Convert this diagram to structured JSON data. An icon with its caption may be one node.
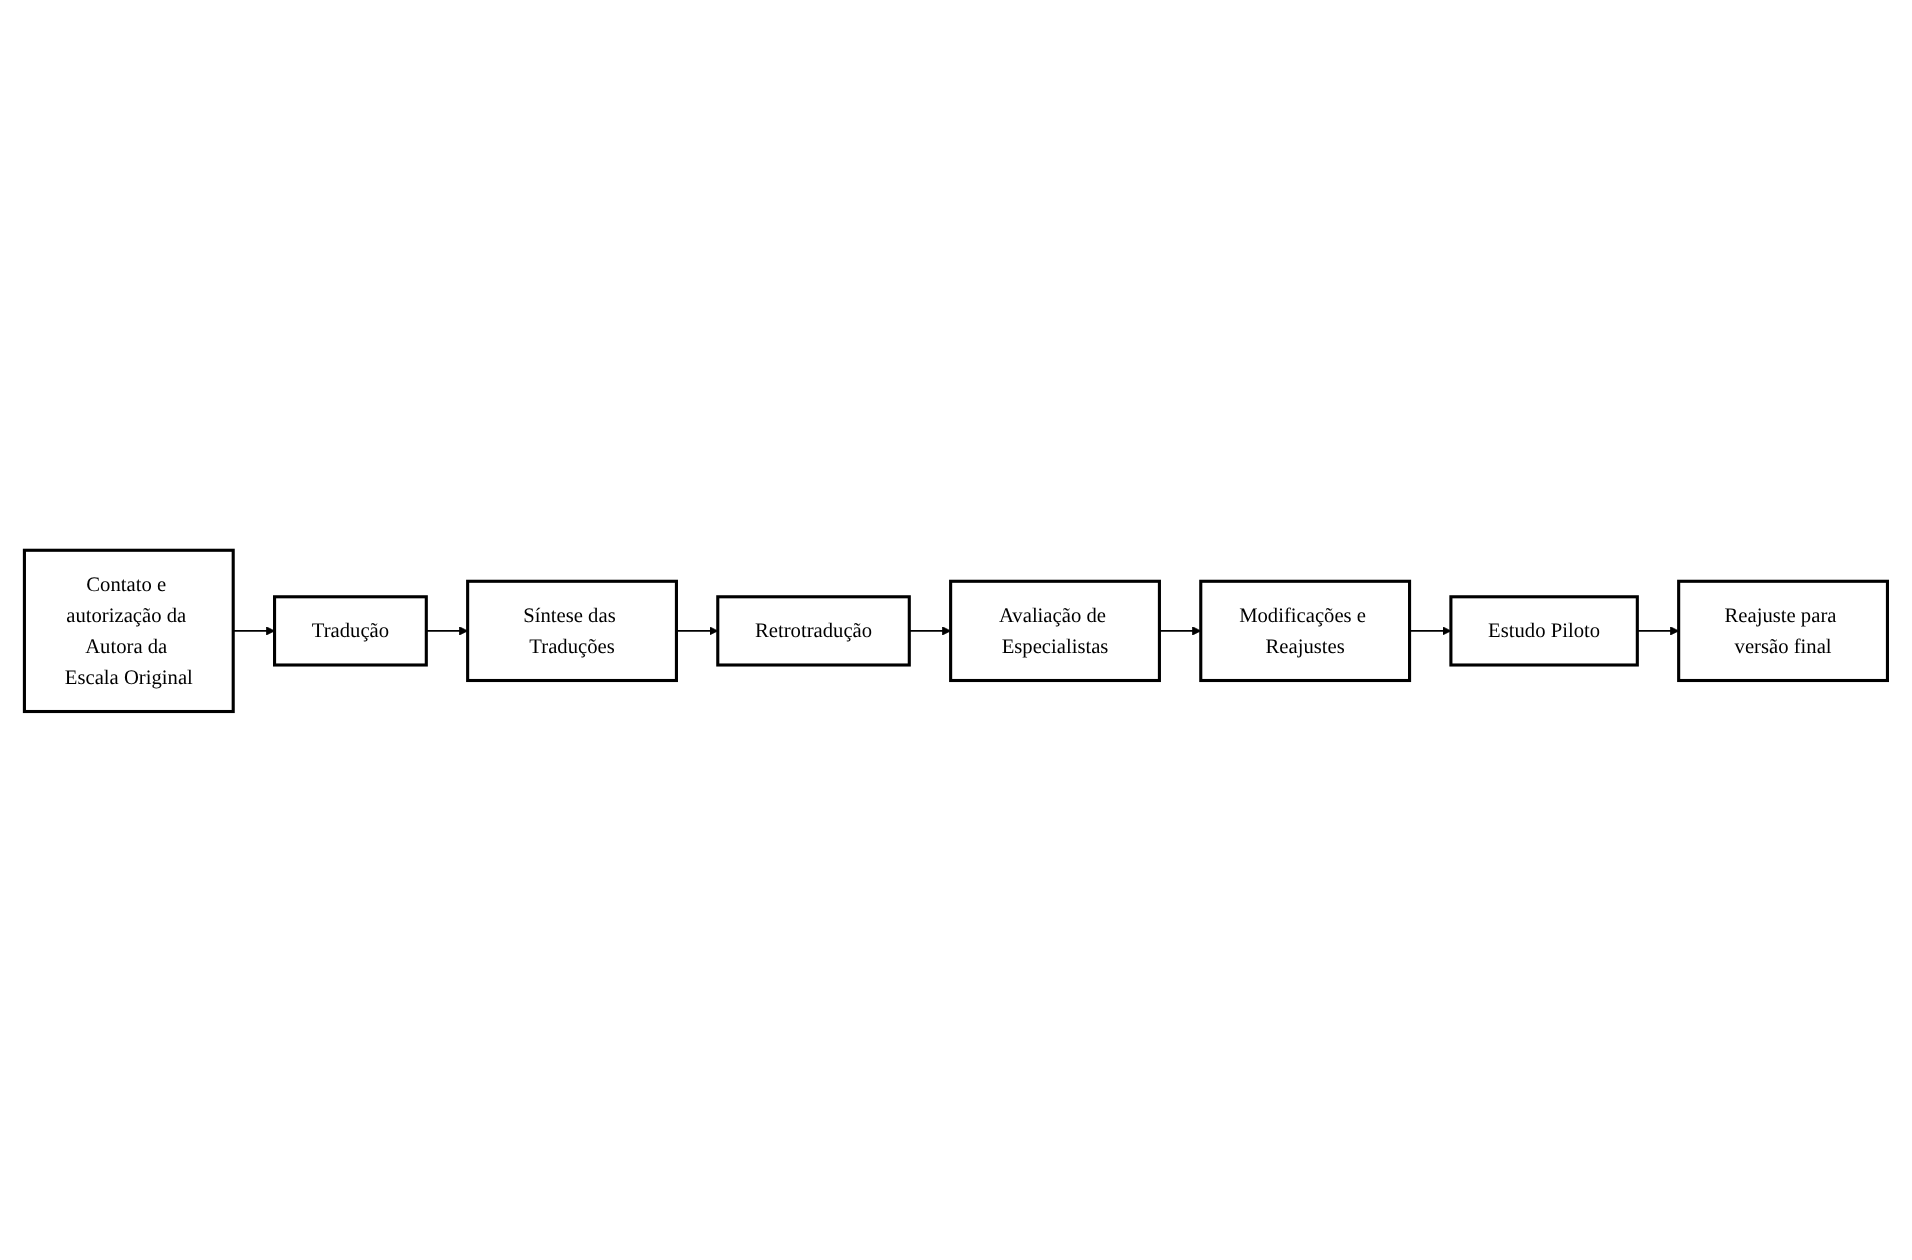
{
  "diagram": {
    "nodes": [
      {
        "text": [
          "Contato e autorização da Autora da Escala Original"
        ]
      },
      {
        "text": [
          "Tradução"
        ]
      },
      {
        "text": [
          "Síntese das Traduções"
        ]
      },
      {
        "text": [
          "Retrotradução"
        ]
      },
      {
        "text": [
          "Avaliação de Especialistas"
        ]
      },
      {
        "text": [
          "Modificações e Reajustes"
        ]
      },
      {
        "text": [
          "Estudo Piloto"
        ]
      },
      {
        "text": [
          "Reajuste para versão final"
        ]
      }
    ],
    "edges": [
      {
        "from": 0,
        "to": 1,
        "arrow": "to"
      },
      {
        "from": 1,
        "to": 2,
        "arrow": "to"
      },
      {
        "from": 2,
        "to": 3,
        "arrow": "to"
      },
      {
        "from": 3,
        "to": 4,
        "arrow": "to"
      },
      {
        "from": 4,
        "to": 5,
        "arrow": "to"
      },
      {
        "from": 5,
        "to": 6,
        "arrow": "to"
      },
      {
        "from": 6,
        "to": 7,
        "arrow": "to"
      }
    ]
  }
}
